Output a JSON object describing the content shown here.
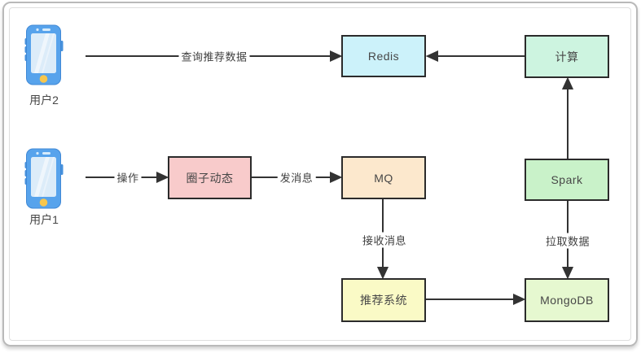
{
  "diagram": {
    "actors": [
      {
        "id": "user2",
        "label": "用户2"
      },
      {
        "id": "user1",
        "label": "用户1"
      }
    ],
    "nodes": [
      {
        "id": "redis",
        "label": "Redis",
        "fill": "#ccf2fa"
      },
      {
        "id": "compute",
        "label": "计算",
        "fill": "#cdf4e0"
      },
      {
        "id": "circle",
        "label": "圈子动态",
        "fill": "#f8cbcb"
      },
      {
        "id": "mq",
        "label": "MQ",
        "fill": "#fce8cd"
      },
      {
        "id": "spark",
        "label": "Spark",
        "fill": "#c9f2c9"
      },
      {
        "id": "recsys",
        "label": "推荐系统",
        "fill": "#fafac6"
      },
      {
        "id": "mongodb",
        "label": "MongoDB",
        "fill": "#e6f8d0"
      }
    ],
    "edges": [
      {
        "from": "user2",
        "to": "redis",
        "label": "查询推荐数据"
      },
      {
        "from": "compute",
        "to": "redis",
        "label": ""
      },
      {
        "from": "spark",
        "to": "compute",
        "label": ""
      },
      {
        "from": "user1",
        "to": "circle",
        "label": "操作"
      },
      {
        "from": "circle",
        "to": "mq",
        "label": "发消息"
      },
      {
        "from": "mq",
        "to": "recsys",
        "label": "接收消息"
      },
      {
        "from": "spark",
        "to": "mongodb",
        "label": "拉取数据"
      },
      {
        "from": "recsys",
        "to": "mongodb",
        "label": ""
      }
    ],
    "colors": {
      "line": "#333333",
      "node_border": "#2b2b2b",
      "frame_border": "#b9b9b9",
      "phone_body": "#57a3ec",
      "phone_screen": "#dcecf9",
      "phone_home_button": "#f7c64d"
    }
  }
}
